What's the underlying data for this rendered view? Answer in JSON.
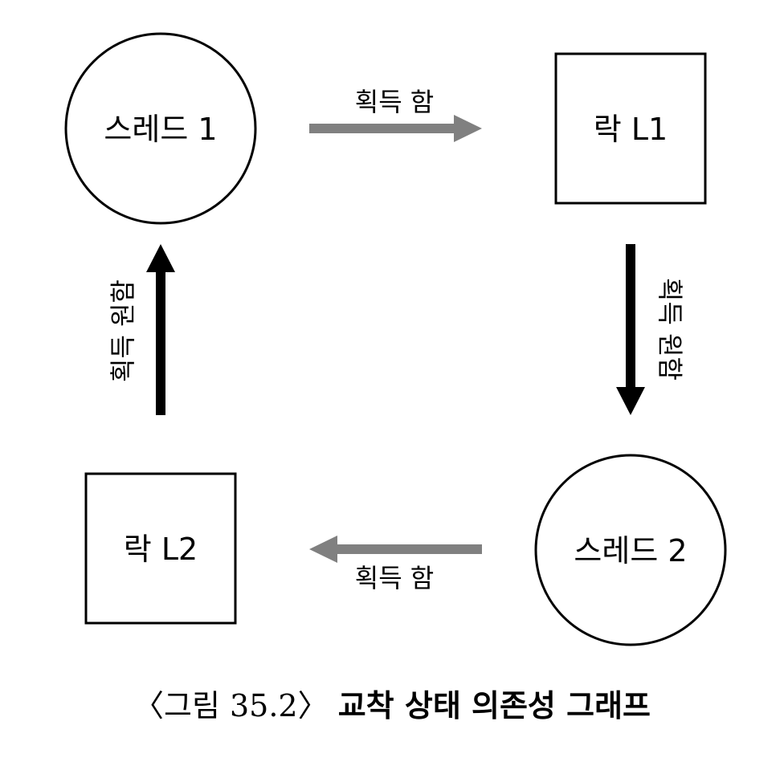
{
  "nodes": {
    "thread1": {
      "label": "스레드 1",
      "shape": "circle"
    },
    "lock1": {
      "label": "락 L1",
      "shape": "square"
    },
    "thread2": {
      "label": "스레드 2",
      "shape": "circle"
    },
    "lock2": {
      "label": "락 L2",
      "shape": "square"
    }
  },
  "edges": {
    "thread1_to_lock1": {
      "label": "획득 함",
      "color": "#808080"
    },
    "lock1_to_thread2": {
      "label": "획득 원함",
      "color": "#000000"
    },
    "thread2_to_lock2": {
      "label": "획득 함",
      "color": "#808080"
    },
    "lock2_to_thread1": {
      "label": "획득 원함",
      "color": "#000000"
    }
  },
  "caption": {
    "prefix": "〈그림 35.2〉",
    "title": "교착 상태 의존성 그래프"
  }
}
